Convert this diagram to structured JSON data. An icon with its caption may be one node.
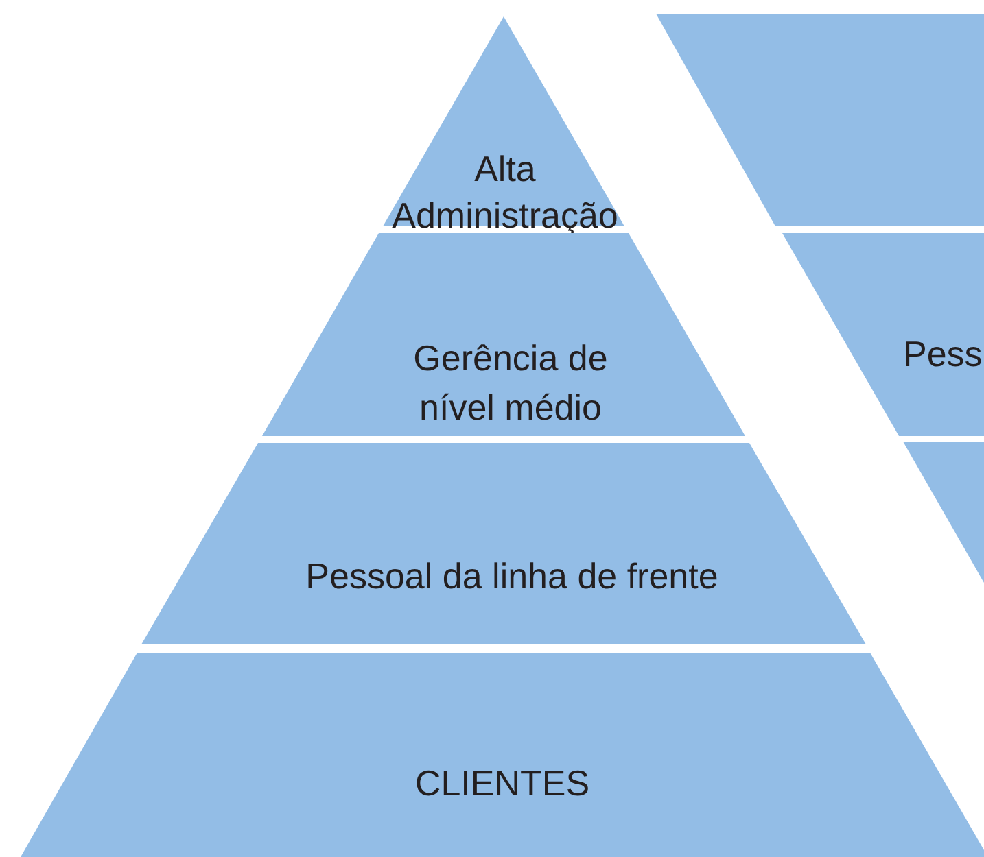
{
  "diagram": {
    "nodes": [
      {
        "text": [
          "Alta Administração"
        ]
      },
      {
        "text": [
          "Gerência de nível médio"
        ]
      },
      {
        "text": [
          "Pessoal da linha de frente"
        ]
      },
      {
        "text": [
          "CLIENTES"
        ]
      },
      {
        "text": [],
        "shape": "band"
      },
      {
        "text": [
          "Pess"
        ]
      },
      {
        "text": [],
        "shape": "band"
      }
    ]
  }
}
